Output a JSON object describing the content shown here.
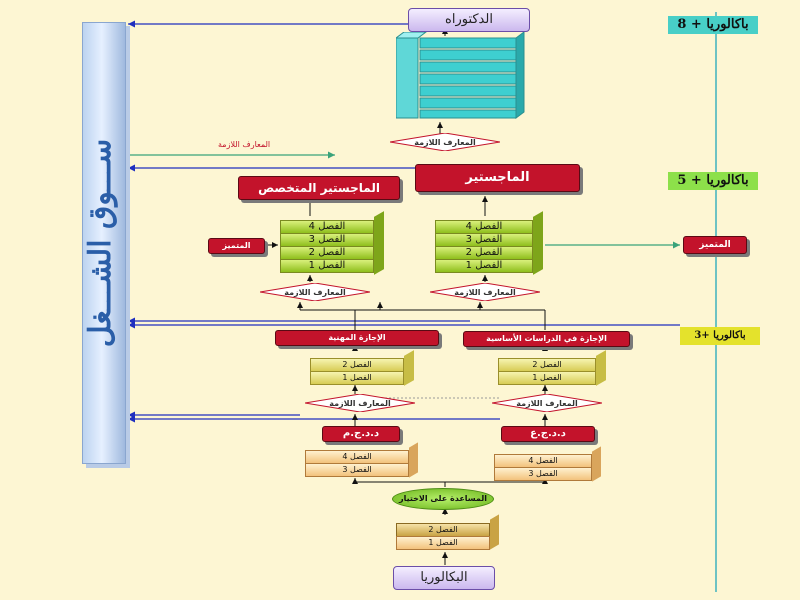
{
  "market": {
    "text": "ســـوق الشـــغل"
  },
  "levels": {
    "bac8": "باكالوريا + 8",
    "bac5": "باكالوريا + 5",
    "bac3": "باكالوريا +3"
  },
  "doctorate": {
    "label": "الدكتوراه"
  },
  "bachelor": {
    "label": "البكالوريا"
  },
  "masters": {
    "label": "الماجستير"
  },
  "specialized_masters": {
    "label": "الماجستير المتخصص"
  },
  "licence_basic": {
    "label": "الإجازة في الدراسات الأساسية"
  },
  "licence_pro": {
    "label": "الإجازة المهنية"
  },
  "dut": {
    "label": "د.د.ج.ع"
  },
  "dut_pro": {
    "label": "د.د.ج.م"
  },
  "orientation": {
    "label": "المساعدة على الاختيار"
  },
  "required_knowledge": "المعارف اللازمة",
  "distinction": "المتميز",
  "semesters": {
    "s1": "الفصل 1",
    "s2": "الفصل 2",
    "s3": "الفصل 3",
    "s4": "الفصل 4"
  },
  "colors": {
    "accent_red": "#c3132b",
    "market_blue": "#2a5ea8",
    "arrow_blue": "#1f2fbf",
    "arrow_green": "#3aa37a",
    "background": "#fdf6d3"
  }
}
